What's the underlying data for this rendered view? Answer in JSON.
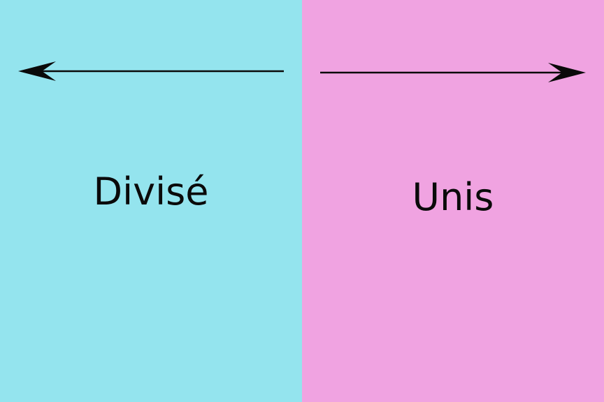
{
  "diagram": {
    "left": {
      "label": "Divisé",
      "color": "#94e4ee",
      "arrow_direction": "left",
      "arrow_icon": "arrow-left-icon"
    },
    "right": {
      "label": "Unis",
      "color": "#f0a3e1",
      "arrow_direction": "right",
      "arrow_icon": "arrow-right-icon"
    },
    "ink_color": "#0a0a0a"
  }
}
